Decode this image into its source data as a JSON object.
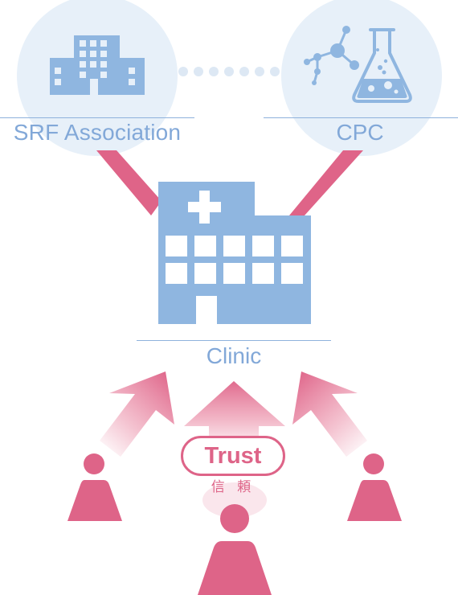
{
  "nodes": {
    "srf_association": {
      "label": "SRF Association",
      "icon": "office-building-icon"
    },
    "cpc": {
      "label": "CPC",
      "icon": "laboratory-flask-molecule-icon"
    },
    "clinic": {
      "label": "Clinic",
      "icon": "hospital-building-icon"
    }
  },
  "trust": {
    "label": "Trust",
    "subtitle": "信 頼"
  },
  "people": {
    "count": 3,
    "icon": "person-icon"
  },
  "colors": {
    "blue_primary": "#8fb6e0",
    "blue_text": "#82a8d8",
    "blue_circle_bg": "#e7f0f9",
    "dots": "#dde8f4",
    "pink_primary": "#de6488",
    "pink_light": "#f6c8d6"
  }
}
